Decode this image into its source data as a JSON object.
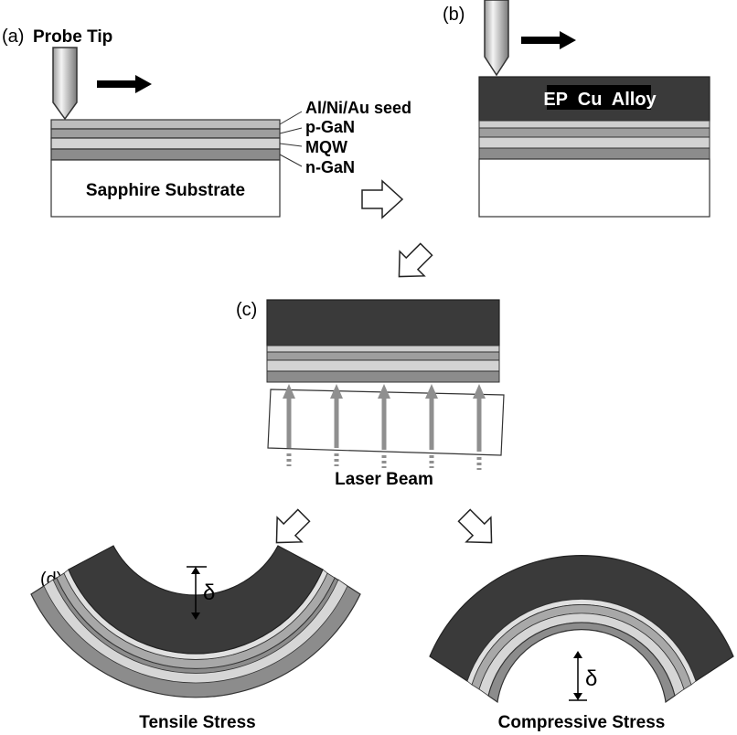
{
  "panels": {
    "a": {
      "label": "(a)",
      "probe_label": "Probe Tip",
      "substrate_label": "Sapphire Substrate",
      "layer_labels": [
        "Al/Ni/Au seed",
        "p-GaN",
        "MQW",
        "n-GaN"
      ]
    },
    "b": {
      "label": "(b)",
      "cu_label": "EP  Cu  Alloy"
    },
    "c": {
      "label": "(c)",
      "laser_label": "Laser Beam"
    },
    "d": {
      "label": "(d)",
      "delta_left": "δ",
      "delta_right": "δ",
      "tensile_label": "Tensile Stress",
      "compressive_label": "Compressive Stress"
    }
  },
  "colors": {
    "cu_alloy": "#3a3a3a",
    "layer_dark": "#8c8c8c",
    "layer_light": "#c8c8c8",
    "layer_mid": "#a8a8a8",
    "laser_arrow": "#8f8f8f"
  }
}
